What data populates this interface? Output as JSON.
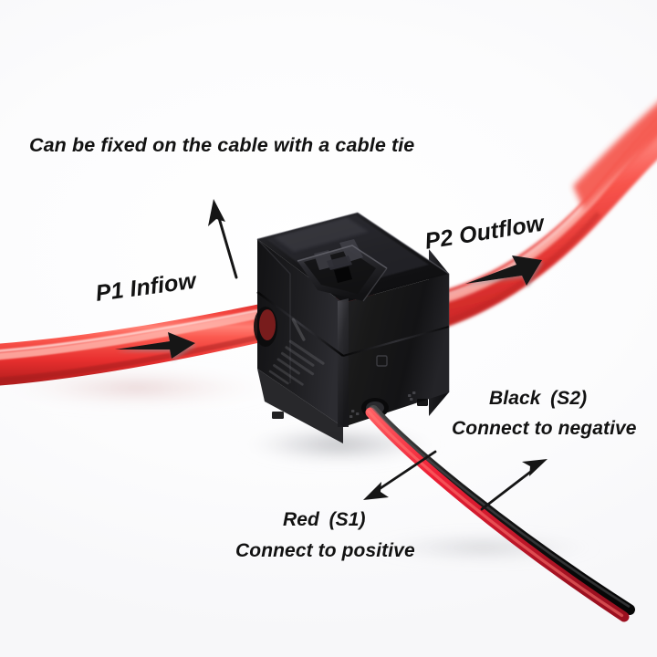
{
  "scene": {
    "subject": "split-core current transformer clamped on a red power cable",
    "background_color": "#fdfdfe"
  },
  "annotations": {
    "cable_tie_note": "Can be fixed on the cable with a cable tie",
    "p1_inflow": "P1 Infiow",
    "p2_outflow": "P2 Outflow",
    "black_s2_title": "Black (S2)",
    "black_s2_note": "Connect to negative",
    "red_s1_title": "Red (S1)",
    "red_s1_note": "Connect to positive"
  },
  "colors": {
    "cable_red": "#f0322f",
    "cable_red_light": "#ff6d63",
    "cable_red_dark": "#c71f20",
    "device_black": "#1b1b1d",
    "device_black_light": "#4a4a4e",
    "wire_red": "#ee1f35",
    "wire_black": "#151515",
    "arrow_black": "#121212",
    "background": "#fdfdfe"
  },
  "parts": {
    "device_label": "split-core-ct-sensor",
    "main_cable_label": "red-power-cable",
    "tie_label": "white-cable-tie",
    "lead_red_label": "red-signal-lead-s1",
    "lead_black_label": "black-signal-lead-s2",
    "clip_label": "top-mounting-clip"
  }
}
